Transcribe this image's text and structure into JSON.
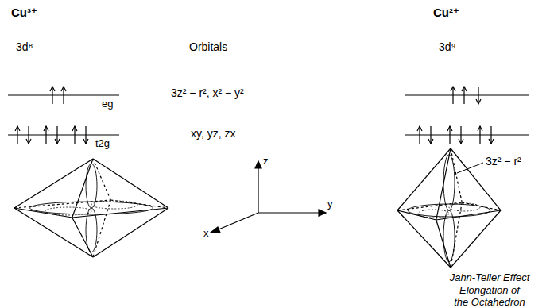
{
  "diagram": {
    "labels": [
      "Cu³⁺",
      "3d⁸",
      "Orbitals",
      "Cu²⁺",
      "3d⁹",
      "eg",
      "t2g",
      "3z² − r², x² − y²",
      "xy, yz, zx",
      "z",
      "y",
      "x",
      "3z² − r²",
      "Jahn-Teller Effect",
      "Elongation of",
      "the Octahedron"
    ]
  }
}
